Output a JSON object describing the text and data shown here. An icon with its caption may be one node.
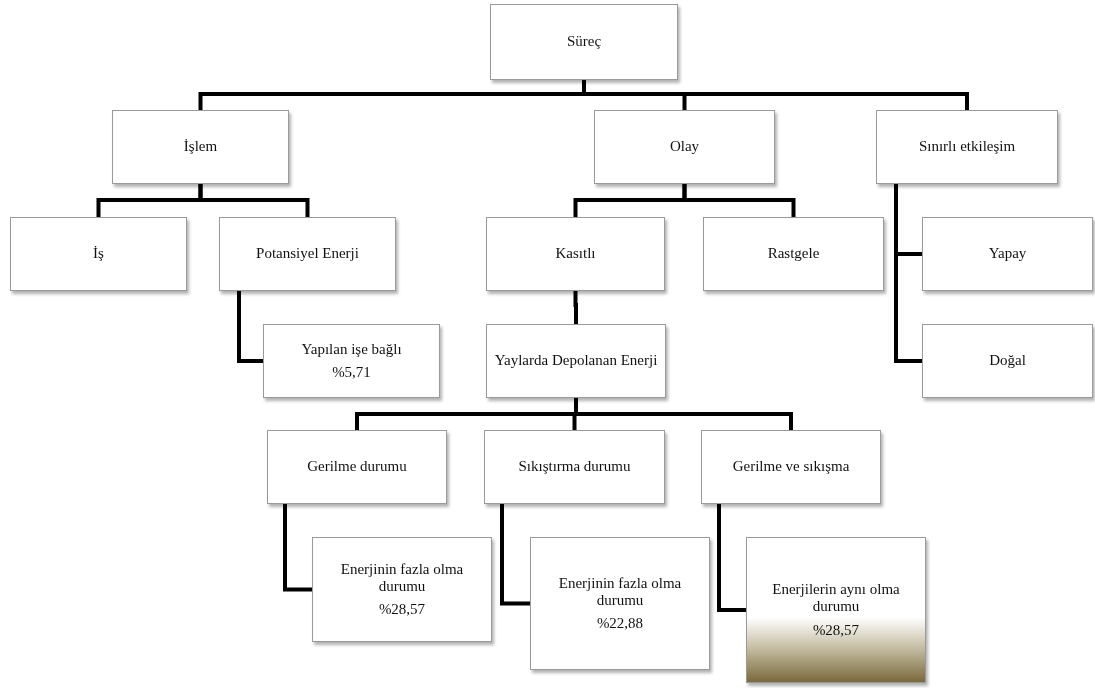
{
  "diagram": {
    "nodes": [
      {
        "text": [
          "Süreç"
        ]
      },
      {
        "text": [
          "İşlem"
        ]
      },
      {
        "text": [
          "Olay"
        ]
      },
      {
        "text": [
          "Sınırlı etkileşim"
        ]
      },
      {
        "text": [
          "İş"
        ]
      },
      {
        "text": [
          "Potansiyel Enerji"
        ]
      },
      {
        "text": [
          "Kasıtlı"
        ]
      },
      {
        "text": [
          "Rastgele"
        ]
      },
      {
        "text": [
          "Yapay"
        ]
      },
      {
        "text": [
          "Yapılan işe bağlı",
          "%5,71"
        ]
      },
      {
        "text": [
          "Yaylarda Depolanan Enerji"
        ]
      },
      {
        "text": [
          "Doğal"
        ]
      },
      {
        "text": [
          "Gerilme durumu"
        ]
      },
      {
        "text": [
          "Sıkıştırma durumu"
        ]
      },
      {
        "text": [
          "Gerilme ve sıkışma"
        ]
      },
      {
        "text": [
          "Enerjinin fazla olma durumu",
          "%28,57"
        ]
      },
      {
        "text": [
          "Enerjinin fazla olma durumu",
          "%22,88"
        ]
      },
      {
        "text": [
          "Enerjilerin aynı olma durumu",
          "%28,57"
        ]
      }
    ],
    "edges": [
      {
        "from": 0,
        "to": 1,
        "arrow": "none"
      },
      {
        "from": 0,
        "to": 2,
        "arrow": "none"
      },
      {
        "from": 0,
        "to": 3,
        "arrow": "none"
      },
      {
        "from": 1,
        "to": 4,
        "arrow": "none"
      },
      {
        "from": 1,
        "to": 5,
        "arrow": "none"
      },
      {
        "from": 2,
        "to": 6,
        "arrow": "none"
      },
      {
        "from": 2,
        "to": 7,
        "arrow": "none"
      },
      {
        "from": 3,
        "to": 8,
        "arrow": "none"
      },
      {
        "from": 3,
        "to": 11,
        "arrow": "none"
      },
      {
        "from": 5,
        "to": 9,
        "arrow": "none"
      },
      {
        "from": 6,
        "to": 10,
        "arrow": "none"
      },
      {
        "from": 10,
        "to": 12,
        "arrow": "none"
      },
      {
        "from": 10,
        "to": 13,
        "arrow": "none"
      },
      {
        "from": 10,
        "to": 14,
        "arrow": "none"
      },
      {
        "from": 12,
        "to": 15,
        "arrow": "none"
      },
      {
        "from": 13,
        "to": 16,
        "arrow": "none"
      },
      {
        "from": 14,
        "to": 17,
        "arrow": "none"
      }
    ]
  }
}
